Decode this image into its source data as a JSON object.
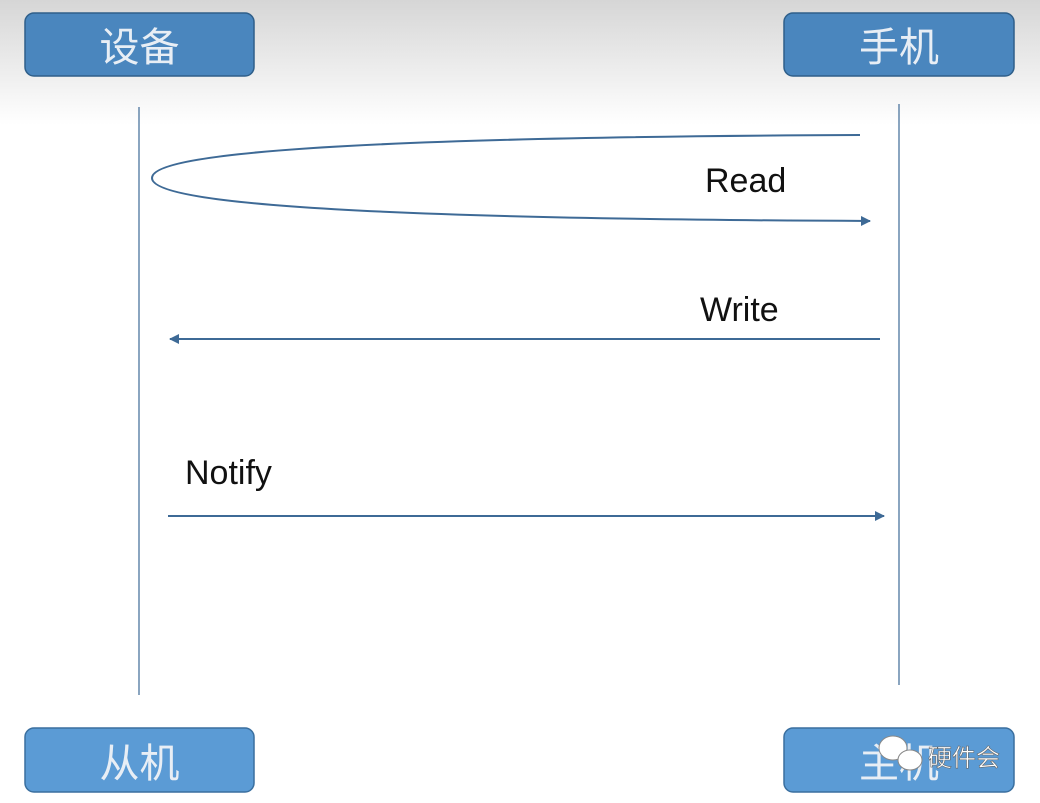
{
  "participants": {
    "top_left": "设备",
    "top_right": "手机",
    "bottom_left": "从机",
    "bottom_right": "主机"
  },
  "messages": [
    {
      "label": "Read",
      "from": "手机",
      "to": "手机",
      "style": "loop"
    },
    {
      "label": "Write",
      "from": "手机",
      "to": "设备"
    },
    {
      "label": "Notify",
      "from": "设备",
      "to": "手机"
    }
  ],
  "watermark": {
    "text": "硬件会",
    "icon": "wechat-icon"
  },
  "colors": {
    "top_box": "#4a86be",
    "bottom_box": "#5b9bd5",
    "line": "#3e6a96"
  }
}
